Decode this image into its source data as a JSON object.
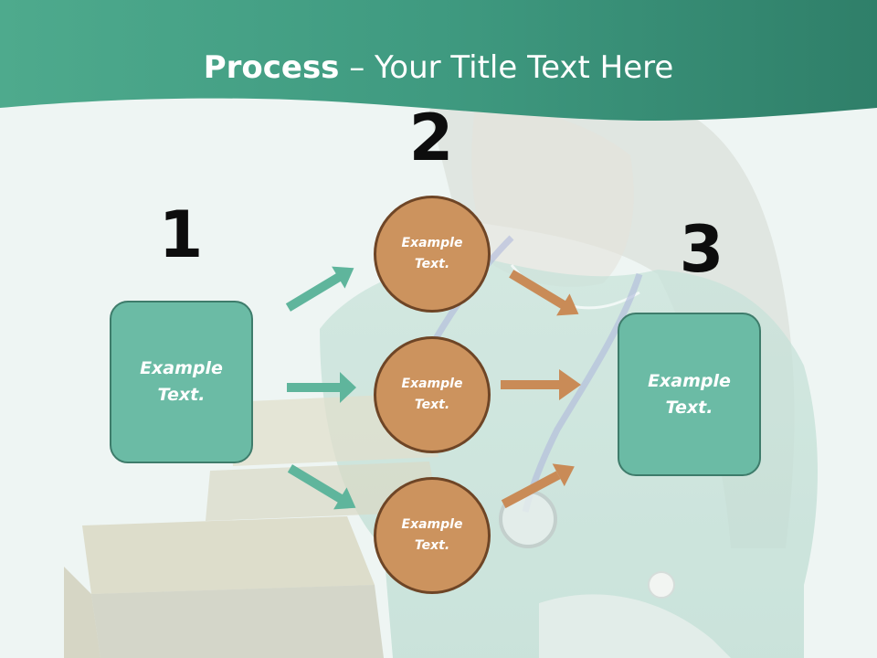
{
  "title": {
    "bold": "Process",
    "rest": " – Your Title Text Here"
  },
  "steps": {
    "one": "1",
    "two": "2",
    "three": "3"
  },
  "left_box": "Example Text.",
  "right_box": "Example Text.",
  "circles": [
    "Example Text.",
    "Example Text.",
    "Example Text."
  ],
  "colors": {
    "header": "#3f9c82",
    "box": "#6bbba5",
    "circle": "#cc935e",
    "arrow_green": "#5fb59c",
    "arrow_orange": "#c98b57"
  }
}
